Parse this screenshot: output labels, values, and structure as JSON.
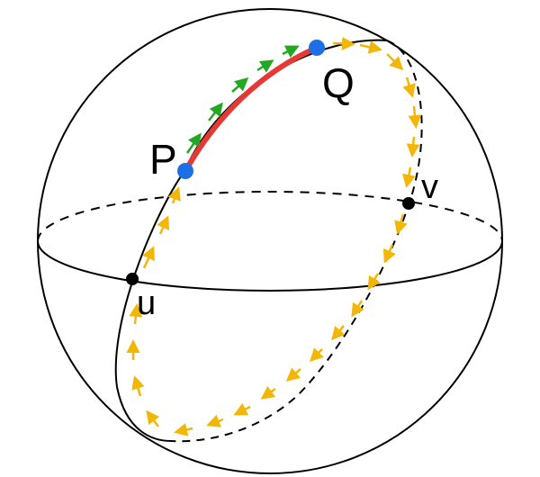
{
  "diagram": {
    "labels": {
      "P": "P",
      "Q": "Q",
      "u": "u",
      "v": "v"
    },
    "colors": {
      "sphere_outline": "#000000",
      "great_circle": "#000000",
      "arc_PQ": "#e53935",
      "point_PQ": "#1e6fe6",
      "point_uv": "#000000",
      "arrows_green": "#22a822",
      "arrows_yellow": "#f2b705"
    },
    "icons": {
      "green_arrows": "arrow-right-icon",
      "yellow_arrows": "arrow-icon"
    }
  }
}
